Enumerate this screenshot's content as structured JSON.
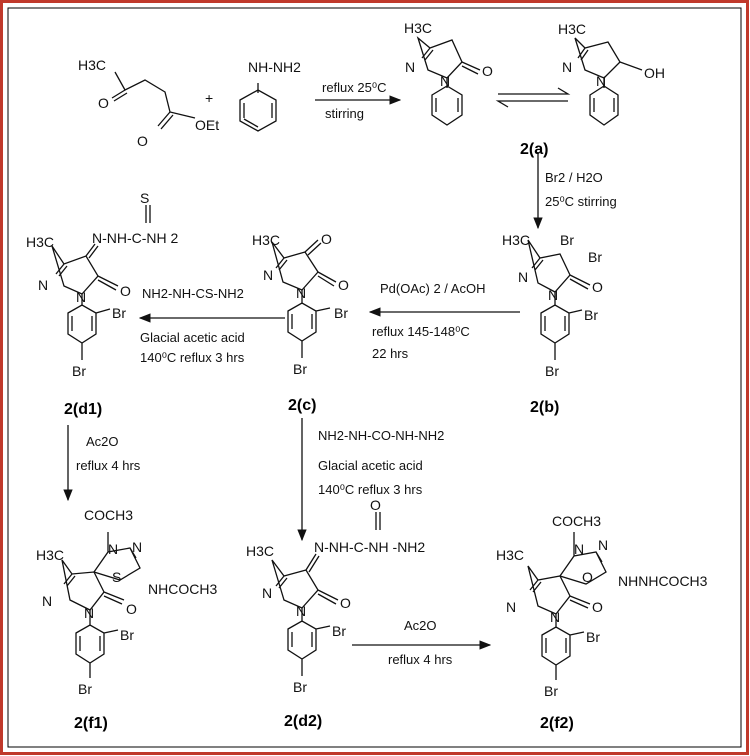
{
  "border_colors": {
    "outer": "#c0392b",
    "inner": "#000000"
  },
  "atoms": {
    "h3c": "H3C",
    "ch3_o": "O",
    "oet": "OEt",
    "o": "O",
    "oh": "OH",
    "n": "N",
    "nh_nh2": "NH-NH2",
    "br": "Br",
    "s": "S",
    "acetyl": "COCH3",
    "thiosemicarbazone": "N-NH-C-NH 2",
    "semicarbazone": "N-NH-C-NH -NH2",
    "nhcoch3": "NHCOCH3",
    "nhnhcoch3": "NHNHCOCH3",
    "plus": "+"
  },
  "conditions": {
    "step1_top": "reflux  25⁰C",
    "step1_bottom": "stirring",
    "bromination_reagent": "Br2 / H2O",
    "bromination_cond": "25⁰C  stirring",
    "oxidation_reagent": "Pd(OAc) 2 / AcOH",
    "oxidation_cond": "reflux  145-148⁰C",
    "oxidation_time": "22 hrs",
    "thio_reagent": "NH2-NH-CS-NH2",
    "thio_solvent": "Glacial acetic acid",
    "thio_cond": "140⁰C  reflux  3 hrs",
    "semi_reagent": "NH2-NH-CO-NH-NH2",
    "semi_solvent": "Glacial acetic acid",
    "semi_cond": "140⁰C  reflux  3 hrs",
    "ac2o_left": "Ac2O",
    "ac2o_left_cond": "reflux  4 hrs",
    "ac2o_bottom": "Ac2O",
    "ac2o_bottom_cond": "reflux  4 hrs"
  },
  "compound_labels": {
    "a": "2(a)",
    "b": "2(b)",
    "c": "2(c)",
    "d1": "2(d1)",
    "d2": "2(d2)",
    "f1": "2(f1)",
    "f2": "2(f2)"
  }
}
